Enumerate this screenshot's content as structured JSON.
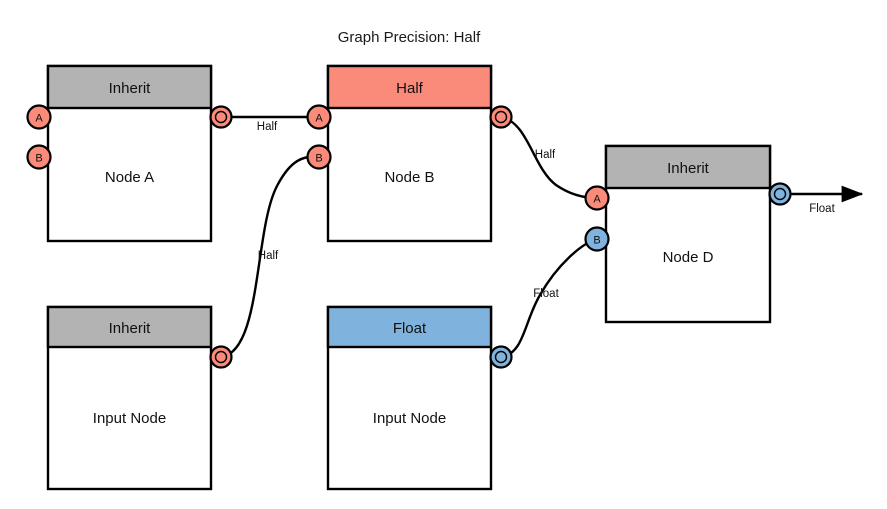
{
  "title": "Graph Precision: Half",
  "colors": {
    "inherit_header": "#b3b3b3",
    "half_header": "#fa8a7a",
    "float_header": "#7fb3dd",
    "half_port": "#fa8a7a",
    "float_port": "#7fb3dd",
    "stroke": "#000000",
    "background": "#ffffff"
  },
  "nodes": [
    {
      "id": "node-a",
      "header": "Inherit",
      "body": "Node A",
      "header_type": "inherit",
      "inputs": [
        {
          "label": "A",
          "type": "half"
        },
        {
          "label": "B",
          "type": "half"
        }
      ],
      "outputs": [
        {
          "label": "O",
          "type": "half"
        }
      ]
    },
    {
      "id": "node-b",
      "header": "Half",
      "body": "Node B",
      "header_type": "half",
      "inputs": [
        {
          "label": "A",
          "type": "half"
        },
        {
          "label": "B",
          "type": "half"
        }
      ],
      "outputs": [
        {
          "label": "O",
          "type": "half"
        }
      ]
    },
    {
      "id": "node-d",
      "header": "Inherit",
      "body": "Node D",
      "header_type": "inherit",
      "inputs": [
        {
          "label": "A",
          "type": "half"
        },
        {
          "label": "B",
          "type": "float"
        }
      ],
      "outputs": [
        {
          "label": "O",
          "type": "float"
        }
      ]
    },
    {
      "id": "input-node-left",
      "header": "Inherit",
      "body": "Input Node",
      "header_type": "inherit",
      "inputs": [],
      "outputs": [
        {
          "label": "O",
          "type": "half"
        }
      ]
    },
    {
      "id": "input-node-middle",
      "header": "Float",
      "body": "Input Node",
      "header_type": "float",
      "inputs": [],
      "outputs": [
        {
          "label": "O",
          "type": "float"
        }
      ]
    }
  ],
  "edges": [
    {
      "id": "edge-a-to-b",
      "label": "Half",
      "from": "node-a.O",
      "to": "node-b.A"
    },
    {
      "id": "edge-inputleft-to-b",
      "label": "Half",
      "from": "input-node-left.O",
      "to": "node-b.B"
    },
    {
      "id": "edge-b-to-d",
      "label": "Half",
      "from": "node-b.O",
      "to": "node-d.A"
    },
    {
      "id": "edge-inputmid-to-d",
      "label": "Float",
      "from": "input-node-middle.O",
      "to": "node-d.B"
    },
    {
      "id": "edge-d-output",
      "label": "Float",
      "from": "node-d.O",
      "to": "graph-output"
    }
  ]
}
